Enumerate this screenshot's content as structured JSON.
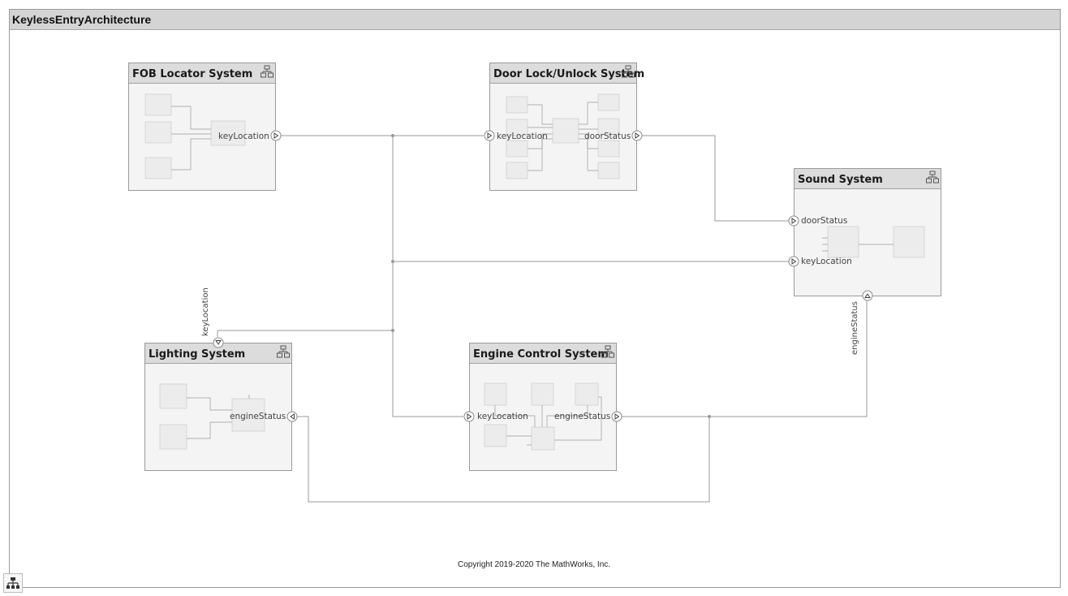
{
  "diagram": {
    "title": "KeylessEntryArchitecture",
    "copyright": "Copyright 2019-2020 The MathWorks, Inc."
  },
  "components": {
    "fob": {
      "name": "FOB Locator System",
      "ports": {
        "keyLocation": "keyLocation"
      }
    },
    "door": {
      "name": "Door Lock/Unlock System",
      "ports": {
        "keyLocation": "keyLocation",
        "doorStatus": "doorStatus"
      }
    },
    "sound": {
      "name": "Sound System",
      "ports": {
        "doorStatus": "doorStatus",
        "keyLocation": "keyLocation",
        "engineStatus": "engineStatus"
      }
    },
    "lighting": {
      "name": "Lighting System",
      "ports": {
        "keyLocation": "keyLocation",
        "engineStatus": "engineStatus"
      }
    },
    "engine": {
      "name": "Engine Control System",
      "ports": {
        "keyLocation": "keyLocation",
        "engineStatus": "engineStatus"
      }
    }
  },
  "icons": {
    "hierarchy": "hierarchy-icon",
    "model_browser": "tree-icon"
  }
}
